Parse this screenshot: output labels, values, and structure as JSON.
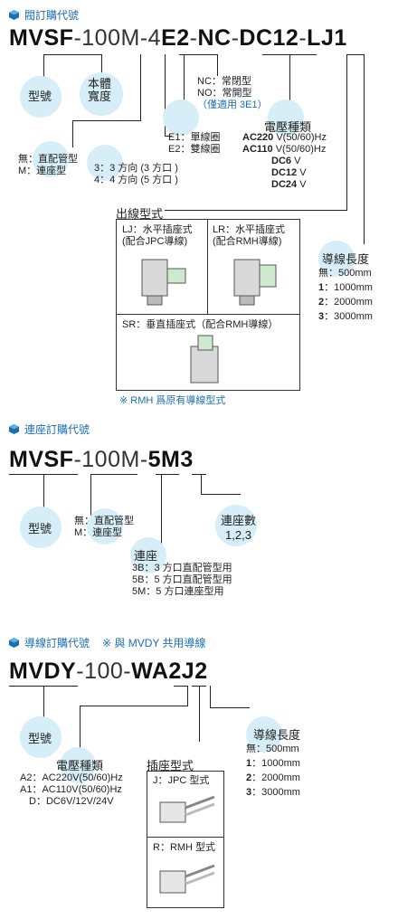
{
  "s1": {
    "title": "閥訂購代號",
    "code": [
      "MVSF",
      "-",
      "100M",
      "-",
      "4",
      "E2",
      "-",
      "NC",
      "-",
      "DC12",
      "-",
      "LJ1"
    ],
    "model": "型號",
    "body": [
      "本體",
      "寬度"
    ],
    "nc": [
      "NC：常閉型",
      "NO：常開型",
      "（僅適用 3E1）"
    ],
    "volt_title": "電壓種類",
    "volt": [
      [
        "AC220",
        "V(50/60)Hz"
      ],
      [
        "AC110",
        "V(50/60)Hz"
      ],
      [
        "DC6",
        "V"
      ],
      [
        "DC12",
        "V"
      ],
      [
        "DC24",
        "V"
      ]
    ],
    "coil": [
      "E1：單線圈",
      "E2：雙線圈"
    ],
    "ports": [
      "3：3 方向 (3 方口 )",
      "4：4 方向 (5 方口 )"
    ],
    "pipe": [
      "無：直配管型",
      "M：連座型"
    ],
    "out_title": "出線型式",
    "lj": [
      "LJ：水平插座式",
      "(配合JPC導線)"
    ],
    "lr": [
      "LR：水平插座式",
      "(配合RMH導線)"
    ],
    "sr": "SR：垂直插座式（配合RMH導線）",
    "note": "※ RMH 爲原有導線型式",
    "len_title": "導線長度",
    "len": [
      [
        "無",
        "：500mm"
      ],
      [
        "1",
        "：1000mm"
      ],
      [
        "2",
        "：2000mm"
      ],
      [
        "3",
        "：3000mm"
      ]
    ]
  },
  "s2": {
    "title": "連座訂購代號",
    "code": [
      "MVSF",
      "-",
      "100M",
      "-",
      "5M3"
    ],
    "model": "型號",
    "pipe": [
      "無：直配管型",
      "M：連座型"
    ],
    "count_title": "連座數",
    "count": "1,2,3",
    "base_title": "連座",
    "base": [
      "3B：3 方口直配管型用",
      "5B：5 方口直配管型用",
      "5M：5 方口連座型用"
    ]
  },
  "s3": {
    "title": "導線訂購代號",
    "title_note": "※ 與 MVDY 共用導線",
    "code": [
      "MVDY",
      "-",
      "100",
      "-",
      "WA2J2"
    ],
    "model": "型號",
    "volt_title": "電壓種類",
    "volt": [
      "A2：AC220V(50/60)Hz",
      "A1：AC110V(50/60)Hz",
      "D：DC6V/12V/24V"
    ],
    "plug_title": "插座型式",
    "jpc": "J：JPC 型式",
    "rmh": "R：RMH 型式",
    "len_title": "導線長度",
    "len": [
      [
        "無",
        "：500mm"
      ],
      [
        "1",
        "：1000mm"
      ],
      [
        "2",
        "：2000mm"
      ],
      [
        "3",
        "：3000mm"
      ]
    ]
  }
}
